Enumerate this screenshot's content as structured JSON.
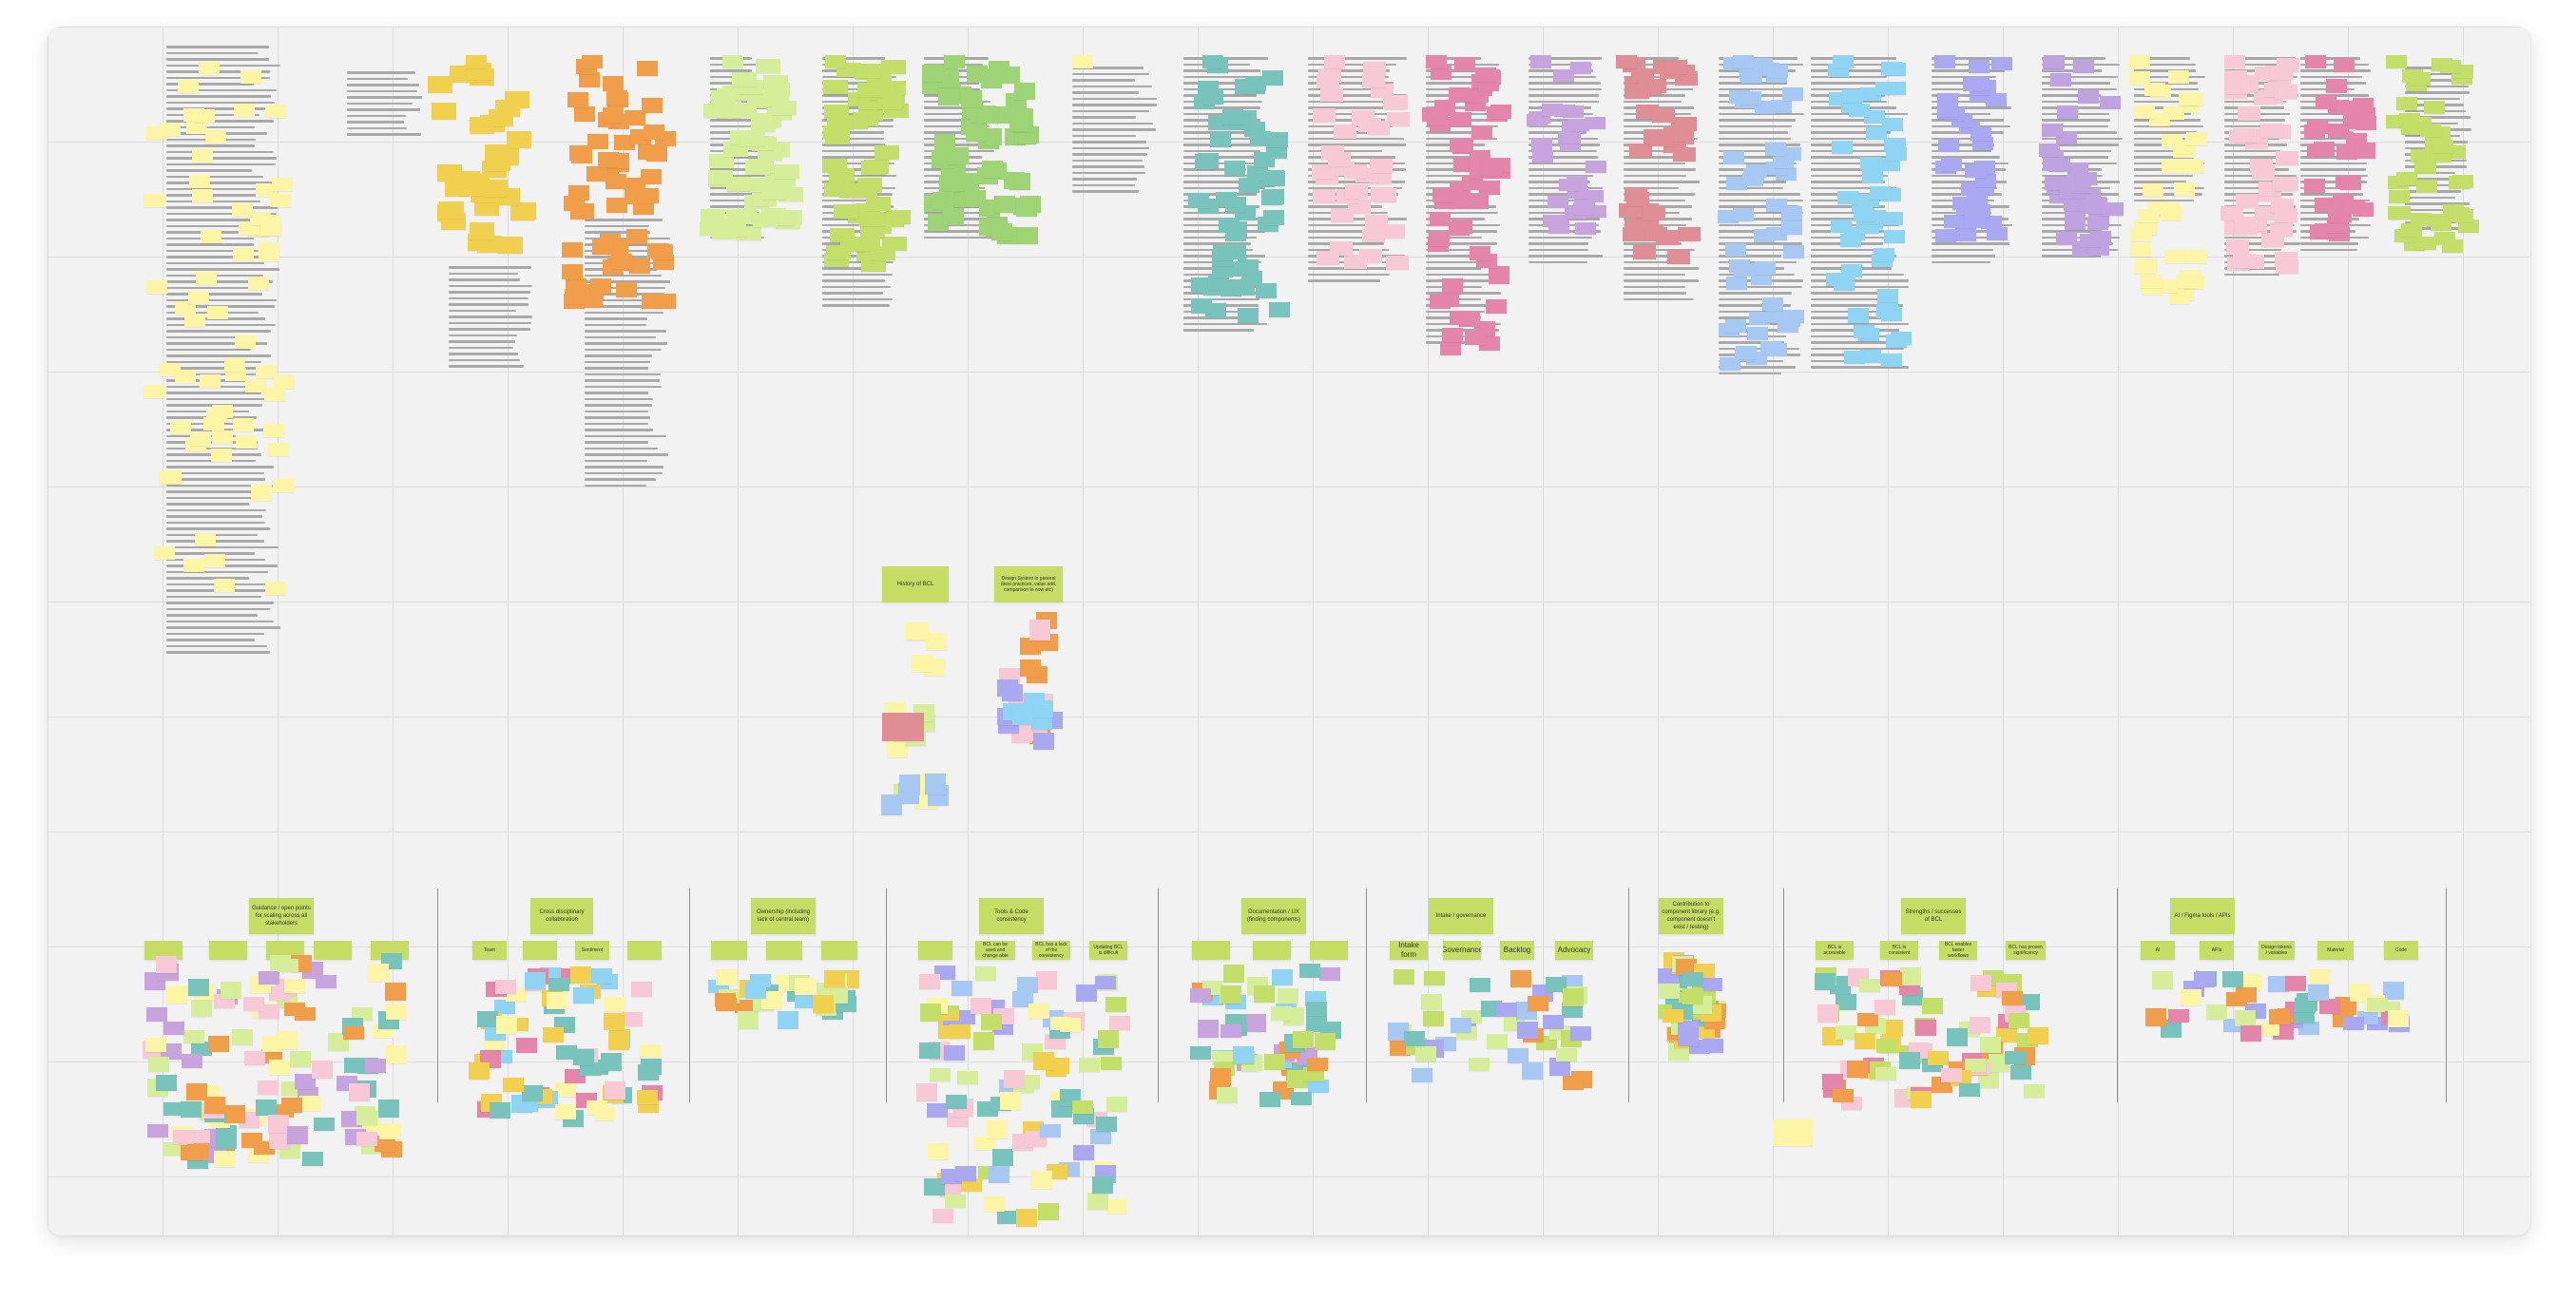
{
  "colors": {
    "yellow": "#fdf5a6",
    "gold": "#f2d04f",
    "orange": "#f19e4b",
    "lime": "#d6ee9a",
    "green_lime": "#c4de6a",
    "green": "#9ed475",
    "teal": "#78c4bd",
    "pink": "#f7c9d7",
    "magenta": "#e386aa",
    "lavender": "#c7a4dd",
    "red": "#e08e95",
    "blue": "#a6c8f2",
    "cyan": "#8fd5f3",
    "periwinkle": "#a9a8f0",
    "purple": "#bea3e0",
    "header_green": "#c6dc64",
    "board_bg": "#f2f2f2",
    "grid_line": "#dcdcdc"
  },
  "clusters": [
    {
      "headline": "History of BCL",
      "sub": []
    },
    {
      "headline": "Design System in general (best practices, value add, comparison to now etc)",
      "sub": []
    },
    {
      "headline": "Guidance / open points for scaling across all stakeholders",
      "sub": [
        "",
        "",
        "",
        "",
        ""
      ]
    },
    {
      "headline": "Cross disciplinary collaboration",
      "sub": [
        "Team",
        "",
        "Sentiment",
        ""
      ]
    },
    {
      "headline": "Ownership (including lack of central team)",
      "sub": [
        "",
        "",
        ""
      ]
    },
    {
      "headline": "Tools & Code consistency",
      "sub": [
        "",
        "BCL can be used and change able",
        "BCL has a lack of the consistency",
        "Updating BCL is difficult"
      ]
    },
    {
      "headline": "Documentation / UX (finding components)",
      "sub": [
        "",
        "",
        ""
      ]
    },
    {
      "headline": "Intake / governance",
      "sub": [
        "Intake form",
        "Governance",
        "Backlog",
        "Advocacy"
      ]
    },
    {
      "headline": "Contribution to component library (e.g. component doesn't exist / testing)",
      "sub": []
    },
    {
      "headline": "Strengths / successes of BCL",
      "sub": [
        "BCL is accessible",
        "BCL is consistent",
        "BCL enables faster workflows",
        "BCL has proven significancy"
      ]
    },
    {
      "headline": "AI / Figma tools / APIs",
      "sub": [
        "AI",
        "APIs",
        "Design tokens / variables",
        "Material",
        "Code"
      ]
    }
  ]
}
